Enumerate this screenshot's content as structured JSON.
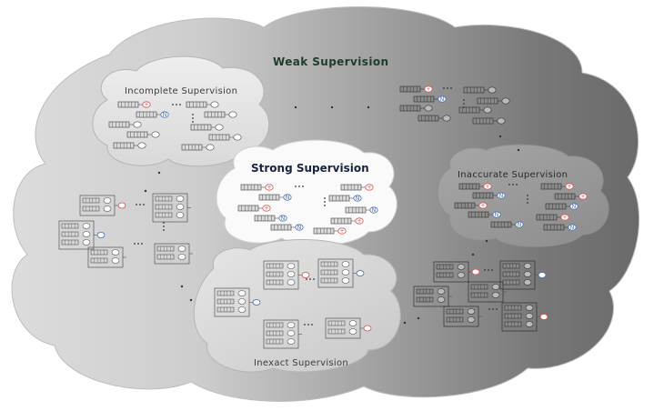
{
  "titles": {
    "weak": "Weak Supervision",
    "incomplete": "Incomplete  Supervision",
    "strong": "Strong Supervision",
    "inaccurate": "Inaccurate  Supervision",
    "inexact": "Inexact Supervision"
  },
  "label_glyphs": {
    "positive": "+",
    "negative": "N"
  },
  "colors": {
    "positive_label": "#d9534f",
    "negative_label": "#4a6fb5",
    "weak_title": "#1f3d2a",
    "strong_title": "#1a2340"
  }
}
